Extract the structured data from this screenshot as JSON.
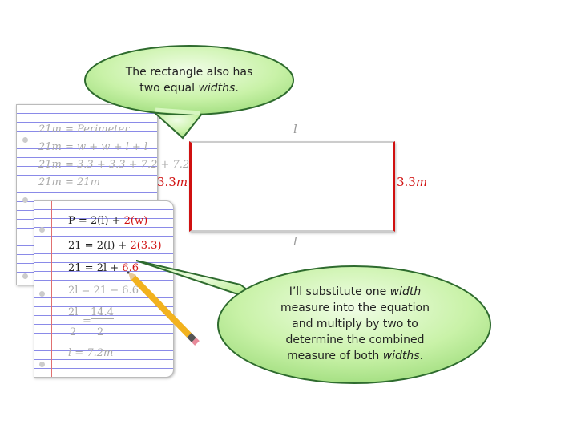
{
  "callout_top": {
    "line1": "The rectangle also has",
    "line2_prefix": "two equal ",
    "line2_em": "widths",
    "line2_suffix": "."
  },
  "callout_bottom": {
    "line1_prefix": "I’ll substitute one ",
    "line1_em": "width",
    "line2": "measure into the equation",
    "line3": "and multiply by two to",
    "line4": "determine the combined",
    "line5_prefix": "measure of both ",
    "line5_em": "widths",
    "line5_suffix": "."
  },
  "rectangle": {
    "length_label": "l",
    "width_left": "3.3",
    "width_right": "3.3",
    "unit": "m"
  },
  "back_notepad": {
    "lines": [
      "21m = Perimeter",
      "21m = w + w + l + l",
      "21m = 3.3 + 3.3 + 7.2 + 7.2",
      "21m = 21m"
    ]
  },
  "front_notepad": {
    "eq1": {
      "a": "P = 2(l) + ",
      "b": "2(w)"
    },
    "eq2": {
      "a": "21 = 2(l) + ",
      "b": "2(3.3)"
    },
    "eq3": {
      "a": "21 = 2l + ",
      "b": "6.6"
    },
    "eq4": "2l = 21 − 6.6",
    "eq5_num_l": "2l",
    "eq5_eq": "=",
    "eq5_num_r": "14.4",
    "eq5_den_l": "2",
    "eq5_den_r": "2",
    "eq6": "l = 7.2m"
  },
  "colors": {
    "accent_red": "#d01010",
    "bubble_fill": "#c9f2a8",
    "bubble_border": "#2e6b2e"
  }
}
